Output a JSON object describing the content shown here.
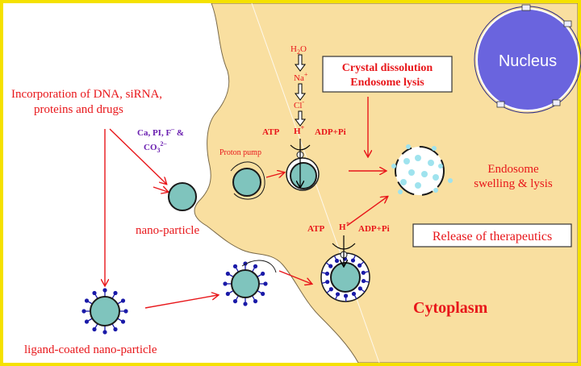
{
  "labels": {
    "incorporation_line1": "Incorporation of DNA, siRNA,",
    "incorporation_line2": "proteins and drugs",
    "ions_line1": "Ca, PI, F",
    "ions_f_sup": "–",
    "ions_and": " &",
    "ions_line2": "CO",
    "ions_co3_sub": "3",
    "ions_co3_sup": "2–",
    "nano_particle": "nano-particle",
    "ligand_coated": "ligand-coated nano-particle",
    "proton_pump": "Proton pump",
    "atp_top": "ATP",
    "adp_top": "ADP+Pi",
    "h_plus_top": "H",
    "h_plus_sup": "+",
    "h2o": "H",
    "h2o_sub": "2",
    "h2o_o": "O",
    "na": "Na",
    "na_sup": "+",
    "cl": "Cl",
    "cl_sup": "-",
    "crystal_line1": "Crystal dissolution",
    "crystal_line2": "Endosome lysis",
    "nucleus": "Nucleus",
    "endosome_line1": "Endosome",
    "endosome_line2": "swelling & lysis",
    "atp_bottom": "ATP",
    "adp_bottom": "ADP+Pi",
    "h_plus_bottom": "H",
    "h_plus_bottom_sup": "+",
    "release": "Release of therapeutics",
    "cytoplasm": "Cytoplasm"
  },
  "colors": {
    "border": "#f5e100",
    "cytoplasm_fill": "#f9dfa0",
    "particle_fill": "#7fc4bd",
    "ligand_blue": "#1a1aa8",
    "nucleus_fill": "#6a64de",
    "red": "#e8161a",
    "purple": "#6a1fb0",
    "endosome_dot": "#9fe3ee"
  }
}
